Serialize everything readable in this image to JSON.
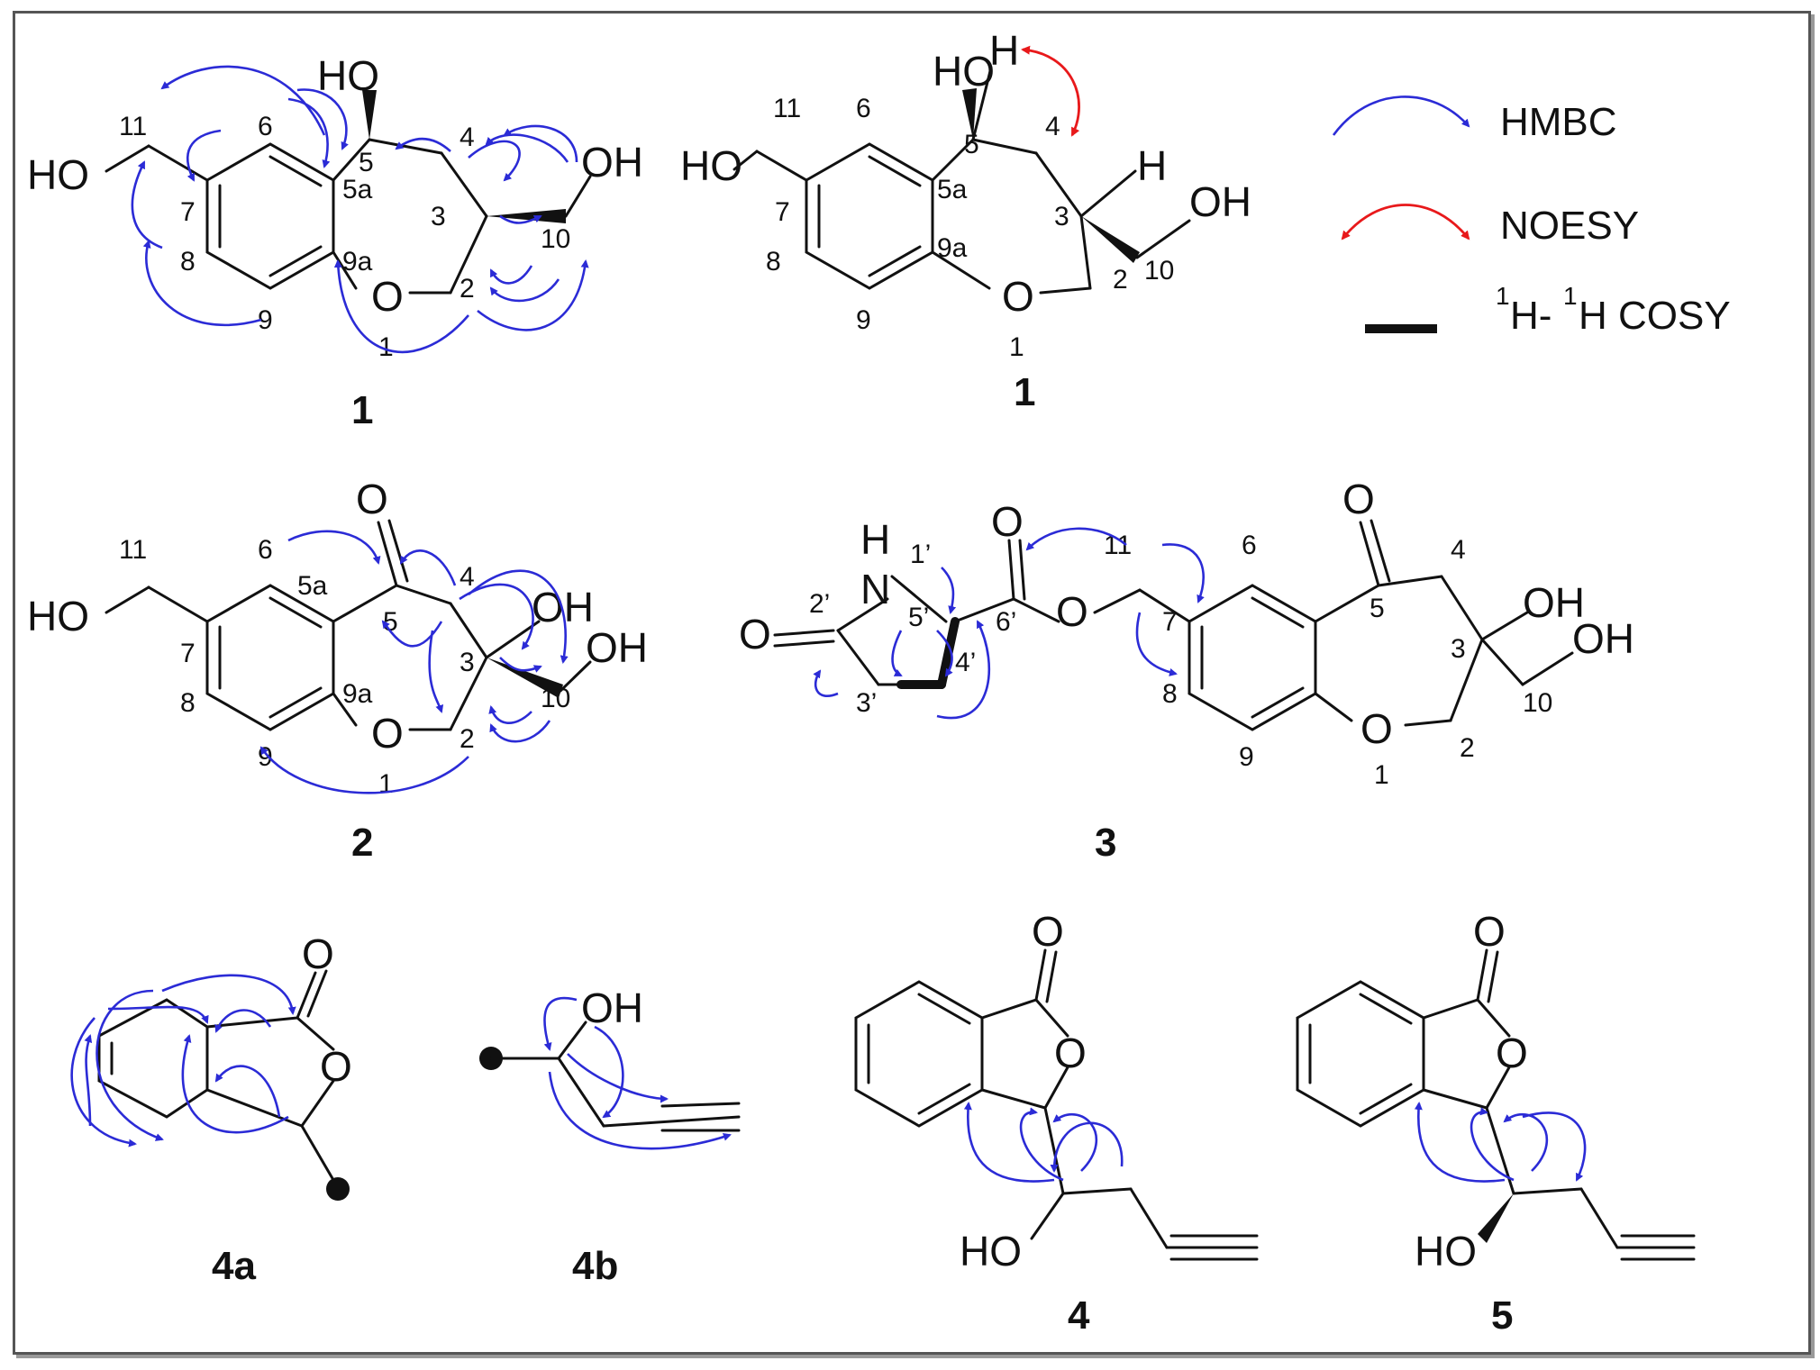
{
  "legend": {
    "hmbc": "HMBC",
    "noesy": "NOESY",
    "cosy_pre": "H-",
    "cosy_sup1": "1",
    "cosy_sup2": "1",
    "cosy_post": "H COSY"
  },
  "compounds": {
    "c1a": "1",
    "c1b": "1",
    "c2": "2",
    "c3": "3",
    "c4a": "4a",
    "c4b": "4b",
    "c4": "4",
    "c5": "5"
  },
  "atoms": {
    "HO": "HO",
    "OH": "OH",
    "O": "O",
    "H": "H",
    "NH_N": "N",
    "NH_H": "H"
  },
  "numbers": {
    "n1": "1",
    "n2": "2",
    "n3": "3",
    "n4": "4",
    "n5": "5",
    "n5a": "5a",
    "n6": "6",
    "n7": "7",
    "n8": "8",
    "n9": "9",
    "n9a": "9a",
    "n10": "10",
    "n11": "11",
    "p1": "1’",
    "p2": "2’",
    "p3": "3’",
    "p4": "4’",
    "p5": "5’",
    "p6": "6’"
  },
  "colors": {
    "hmbc": "#2b2bd6",
    "noesy": "#e8191b",
    "bond": "#111111"
  }
}
